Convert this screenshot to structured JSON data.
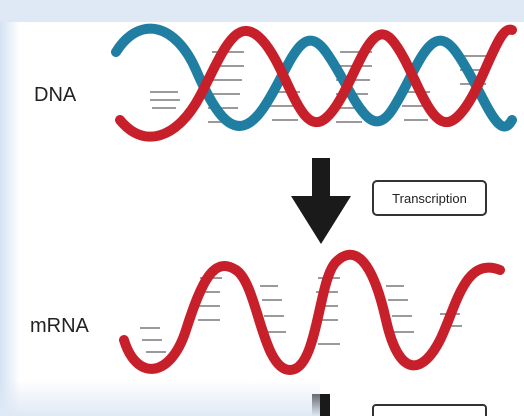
{
  "labels": {
    "dna": "DNA",
    "mrna": "mRNA",
    "process": "Transcription"
  },
  "colors": {
    "strand_red": "#c8202b",
    "strand_blue": "#1f7ea1",
    "arrow": "#1a1a1a",
    "rung": "#9a9a9a"
  }
}
